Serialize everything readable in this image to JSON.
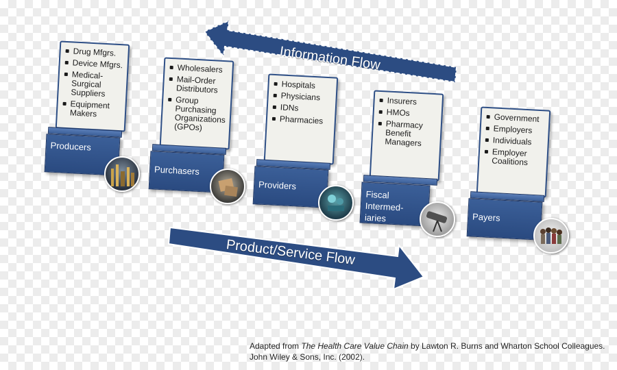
{
  "info_flow": {
    "label": "Information Flow"
  },
  "product_flow": {
    "label": "Product/Service Flow"
  },
  "stages": [
    {
      "name": "Producers",
      "items": [
        "Drug Mfgrs.",
        "Device Mfgrs.",
        "Medical-Surgical Suppliers",
        "Equipment Makers"
      ],
      "photo_icon": "factory-photo-icon"
    },
    {
      "name": "Purchasers",
      "items": [
        "Wholesalers",
        "Mail-Order Distributors",
        "Group Purchasing Organizations (GPOs)"
      ],
      "photo_icon": "boxes-photo-icon"
    },
    {
      "name": "Providers",
      "items": [
        "Hospitals",
        "Physicians",
        "IDNs",
        "Pharmacies"
      ],
      "photo_icon": "surgery-photo-icon"
    },
    {
      "name": "Fiscal Intermed-iaries",
      "items": [
        "Insurers",
        "HMOs",
        "Pharmacy Benefit Managers"
      ],
      "photo_icon": "telescope-photo-icon"
    },
    {
      "name": "Payers",
      "items": [
        "Government",
        "Employers",
        "Individuals",
        "Employer Coalitions"
      ],
      "photo_icon": "crowd-photo-icon"
    }
  ],
  "credit": {
    "prefix": "Adapted from ",
    "title": "The Health Care Value Chain",
    "suffix": " by Lawton R. Burns and Wharton School Colleagues.",
    "line2": "John Wiley & Sons, Inc. (2002)."
  },
  "colors": {
    "accent": "#2e4f86",
    "card": "#f1f1ec"
  }
}
